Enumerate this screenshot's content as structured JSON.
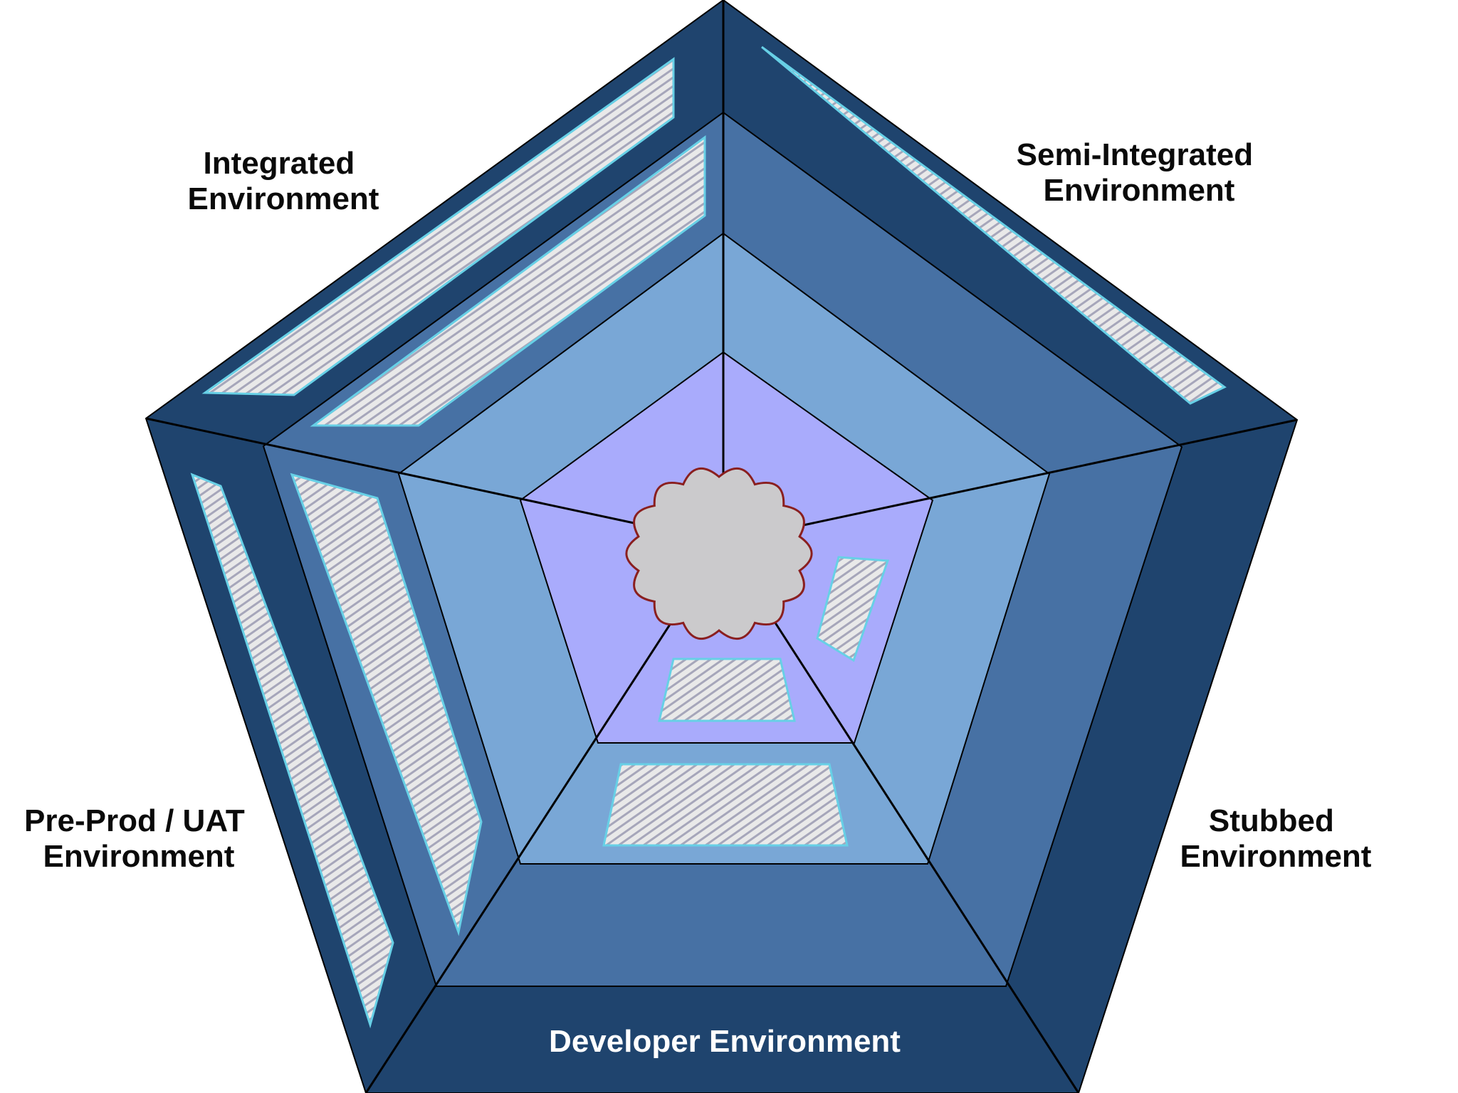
{
  "colors": {
    "background": "#ffffff",
    "ring_outer": "#1f446e",
    "ring_second": "#4771a4",
    "ring_third": "#79a7d6",
    "center": "#a9abfc",
    "edge_line": "#000000",
    "panel_fill": "#e9e9e9",
    "panel_stripe": "#a6a6ba",
    "panel_border": "#67d0e6",
    "cloud_fill": "#cbcacc",
    "cloud_outline": "#8a1f1f",
    "label_dark": "#0a0a0a",
    "label_light": "#ffffff"
  },
  "labels": {
    "integrated": [
      "Integrated",
      "Environment"
    ],
    "semi_integrated": [
      "Semi-Integrated",
      "Environment"
    ],
    "pre_prod": [
      "Pre-Prod / UAT",
      "Environment"
    ],
    "stubbed": [
      "Stubbed",
      "Environment"
    ],
    "developer": "Developer Environment"
  },
  "icons": {
    "center": "cloud-icon",
    "panels": "striped-panel"
  }
}
